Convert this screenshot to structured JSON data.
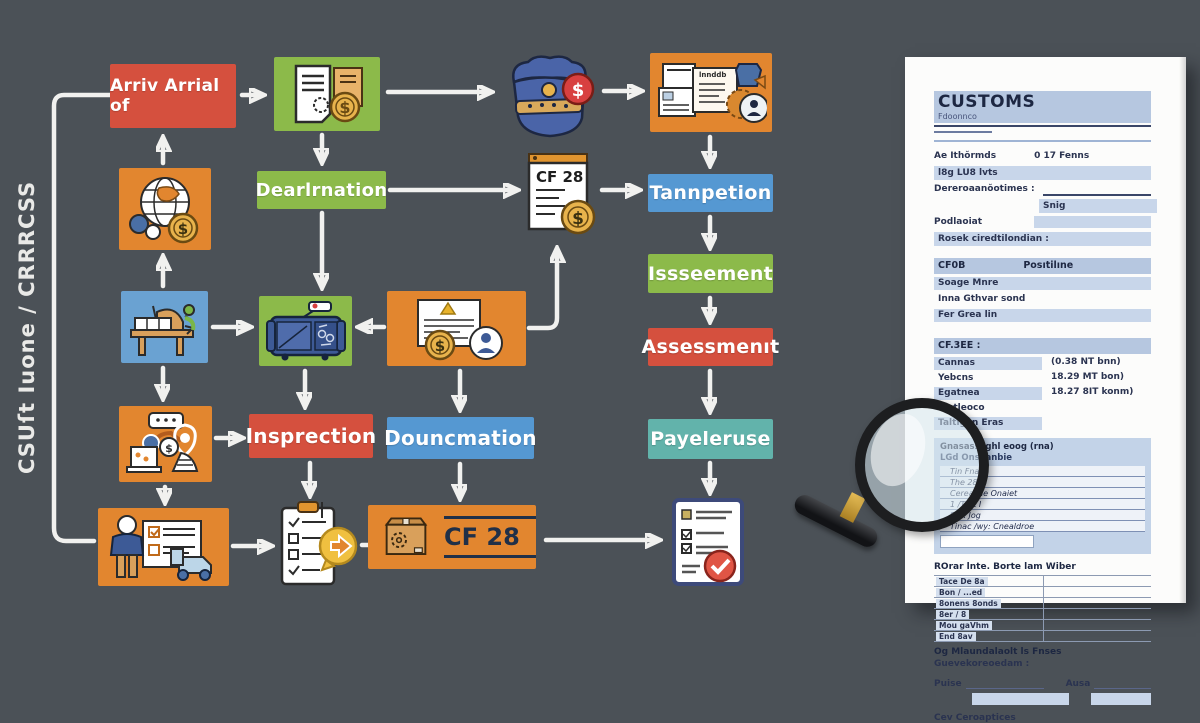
{
  "icons": {
    "dollar": "$",
    "warning": "!"
  },
  "colors": {
    "background": "#4b5157",
    "red": "#d5503e",
    "green": "#8cba4a",
    "blue": "#5598d2",
    "teal": "#62b3ab",
    "orange": "#e2862f",
    "arrow": "#f1f1ef",
    "doc_bar": "#c8d6ea"
  },
  "side_label": "CSUſt Iuone / CRRRCSS",
  "flow": {
    "arrival": "Arriv Arrial of",
    "declaration": "Dearlrnation",
    "tannpetion": "Tannpetion",
    "issessment": "Issseement",
    "assessment": "Assessmenıt",
    "inspection": "Insprection",
    "documentation": "Douncmation",
    "payment": "Payeleruse",
    "cf28_doc": "CF 28",
    "cf28_box": "CF 28",
    "top_doc_title": "lnnddb"
  },
  "document": {
    "title": "CUSTOMS",
    "subtitle": "Fdoonnco",
    "row_authority": "Ae Ithŏrmds",
    "row_form": "0 17 Fenns",
    "bar1": "l8g LU8 lvts",
    "row_desc": "Dereroaanŏotimes :",
    "bar_snig": "Snig",
    "row_pod": "Podlaoiat",
    "bar_rosek": "Rosek ciredtilondian :",
    "sec1": {
      "header_left": "CF0B",
      "header_right": "Posıtilıne",
      "rows": [
        "Soage Mnre",
        "Inna Gthvar sond",
        "Fer Grea lin"
      ]
    },
    "sec2": {
      "header": "CF.3EE  :",
      "rows": [
        {
          "label": "Cannas",
          "value": "(0.38 NT bnn)"
        },
        {
          "label": "Yebcns",
          "value": "18.29 MT bon)"
        },
        {
          "label": "Egatnea",
          "value": "18.27 8IT konm)"
        },
        {
          "label": "Tletleoco",
          "value": ""
        },
        {
          "label": "Taltigyn Eras",
          "value": ""
        }
      ]
    },
    "panel": {
      "title": "Gnasassaghl eoog (rna)",
      "subtitle": "LGd Onsaanbie",
      "rows": [
        "Tin Fna",
        "The 28",
        "Cerealine Onaiet",
        "1 /TICt I",
        "Srn. Jog",
        "Tinac /wy: Cnealdroe"
      ]
    },
    "table": {
      "title": "ROrar lnte. Borte lam Wiber",
      "rows": [
        "Tace  De 8a",
        "Bon / ...ed",
        "8onens 8onds",
        "8er / 8",
        "Mou gaVhm",
        "End 8av"
      ]
    },
    "footer": {
      "bold": "Og Mlaundalaolt ls Fnses",
      "sub": "Guevekoreoedam :",
      "sig_left": "Puise",
      "sig_right": "Ausa",
      "last": "Cev Ceroaptices"
    }
  }
}
